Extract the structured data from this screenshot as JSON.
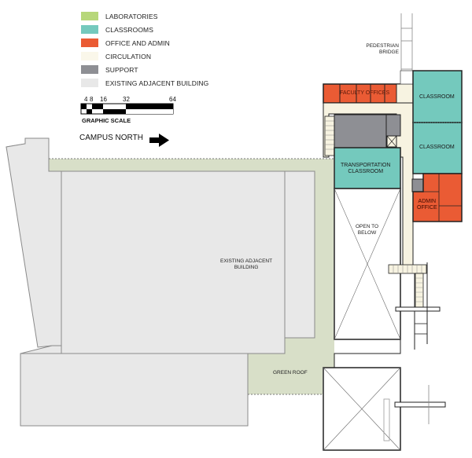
{
  "legend": {
    "items": [
      {
        "label": "LABORATORIES",
        "color": "#b7d77a"
      },
      {
        "label": "CLASSROOMS",
        "color": "#74c9bd"
      },
      {
        "label": "OFFICE AND ADMIN",
        "color": "#ea5b34"
      },
      {
        "label": "CIRCULATION",
        "color": "#f7f3e1"
      },
      {
        "label": "SUPPORT",
        "color": "#8e8f94"
      },
      {
        "label": "EXISTING ADJACENT BUILDING",
        "color": "#e8e8e8"
      }
    ]
  },
  "scale": {
    "ticks": [
      "4",
      "8",
      "16",
      "32",
      "64"
    ],
    "title": "GRAPHIC SCALE"
  },
  "north": {
    "label": "CAMPUS NORTH",
    "icon": "right-arrow-icon"
  },
  "rooms": {
    "pedestrian_bridge": [
      "PEDESTRIAN",
      "BRIDGE"
    ],
    "faculty_offices": "FACULTY OFFICES",
    "classroom_1": "CLASSROOM",
    "classroom_2": "CLASSROOM",
    "transportation_classroom": [
      "TRANSPORTATION",
      "CLASSROOM"
    ],
    "admin_office": [
      "ADMIN",
      "OFFICE"
    ],
    "open_to_below": [
      "OPEN TO",
      "BELOW"
    ],
    "existing_building": [
      "EXISTING ADJACENT",
      "BUILDING"
    ],
    "green_roof": "GREEN ROOF"
  },
  "colors": {
    "green_roof": "#d8dfc8",
    "existing": "#e8e8e8",
    "classroom": "#74c9bd",
    "office": "#ea5b34",
    "circulation": "#f7f3e1",
    "support": "#8e8f94"
  }
}
